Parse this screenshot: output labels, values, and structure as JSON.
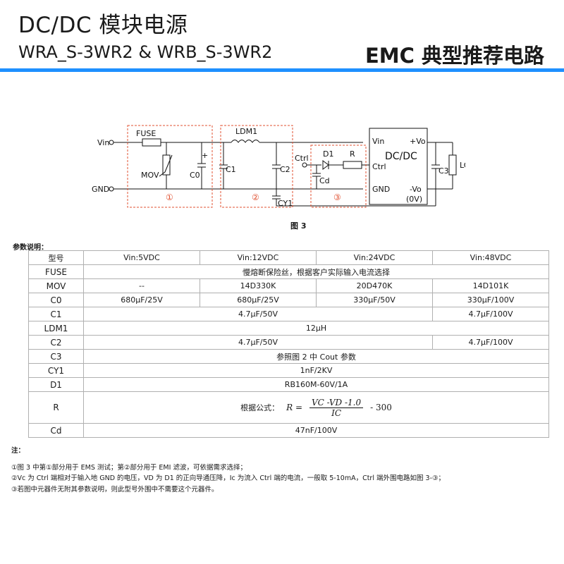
{
  "header": {
    "title": "DC/DC 模块电源",
    "subtitle": "WRA_S-3WR2 & WRB_S-3WR2",
    "section_title": "EMC 典型推荐电路"
  },
  "colors": {
    "accent_bar": "#1e90ff",
    "dashed_box": "#e05030"
  },
  "circuit": {
    "vin": "Vin",
    "gnd": "GND",
    "fuse": "FUSE",
    "mov": "MOV",
    "c0": "C0",
    "plus": "+",
    "ldm1": "LDM1",
    "c1": "C1",
    "c2": "C2",
    "cy1": "CY1",
    "ctrl_in": "Ctrl",
    "d1": "D1",
    "r": "R",
    "cd": "Cd",
    "module_vin": "Vin",
    "module_name": "DC/DC",
    "module_ctrl": "Ctrl",
    "module_gnd": "GND",
    "module_pvo": "+Vo",
    "module_nvo": "-Vo",
    "module_0v": "(0V)",
    "c3": "C3",
    "load": "LOAD",
    "circle1": "①",
    "circle2": "②",
    "circle3": "③"
  },
  "figure_caption": "图 3",
  "params_title": "参数说明：",
  "table": {
    "header": [
      "型号",
      "Vin:5VDC",
      "Vin:12VDC",
      "Vin:24VDC",
      "Vin:48VDC"
    ],
    "rows": {
      "fuse": {
        "label": "FUSE",
        "value": "慢熔断保险丝，根据客户实际输入电流选择"
      },
      "mov": {
        "label": "MOV",
        "v5": "--",
        "v12": "14D330K",
        "v24": "20D470K",
        "v48": "14D101K"
      },
      "c0": {
        "label": "C0",
        "v5": "680μF/25V",
        "v12": "680μF/25V",
        "v24": "330μF/50V",
        "v48": "330μF/100V"
      },
      "c1": {
        "label": "C1",
        "v5_24": "4.7μF/50V",
        "v48": "4.7μF/100V"
      },
      "ldm1": {
        "label": "LDM1",
        "value": "12μH"
      },
      "c2": {
        "label": "C2",
        "v5_24": "4.7μF/50V",
        "v48": "4.7μF/100V"
      },
      "c3": {
        "label": "C3",
        "value": "参照图 2 中 Cout 参数"
      },
      "cy1": {
        "label": "CY1",
        "value": "1nF/2KV"
      },
      "d1": {
        "label": "D1",
        "value": "RB160M-60V/1A"
      },
      "r": {
        "label": "R",
        "prefix": "根据公式：",
        "lhs": "R =",
        "numerator": "VC -VD -1.0",
        "denominator": "IC",
        "tail": "- 300"
      },
      "cd": {
        "label": "Cd",
        "value": "47nF/100V"
      }
    }
  },
  "notes": {
    "title": "注：",
    "items": [
      "①图 3 中第①部分用于 EMS 测试；第②部分用于 EMI 滤波，可依据需求选择；",
      "②Vc 为 Ctrl 端相对于输入地 GND 的电压，VD 为 D1 的正向导通压降，Ic 为流入 Ctrl 端的电流，一般取 5-10mA，Ctrl 端外围电路如图 3-③；",
      "③若图中元器件无附其参数说明，则此型号外围中不需要这个元器件。"
    ]
  }
}
